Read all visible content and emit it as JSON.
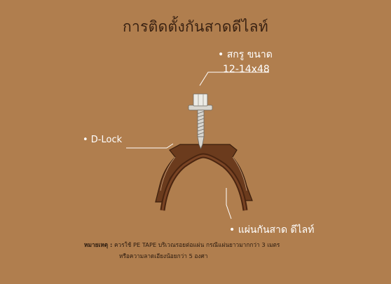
{
  "title": "การติดตั้งกันสาดดีไลท์",
  "labels": {
    "screw_line1": "• สกรู ขนาด",
    "screw_line2": "12-14x48",
    "dlock": "• D-Lock",
    "sheet": "• แผ่นกันสาด ดีไลท์"
  },
  "note": {
    "prefix": "หมายเหตุ :",
    "line1": "ควรใช้ PE TAPE บริเวณรอยต่อแผ่น กรณีแผ่นยาวมากกว่า 3 เมตร",
    "line2": "หรือความลาดเอียงน้อยกว่า 5 องศา"
  },
  "colors": {
    "background": "#b07e4e",
    "title": "#3a2212",
    "label": "#ffffff",
    "clip": "#6b3b1d",
    "sheet": "#5a3016",
    "screw_head": "#e8e6df"
  }
}
